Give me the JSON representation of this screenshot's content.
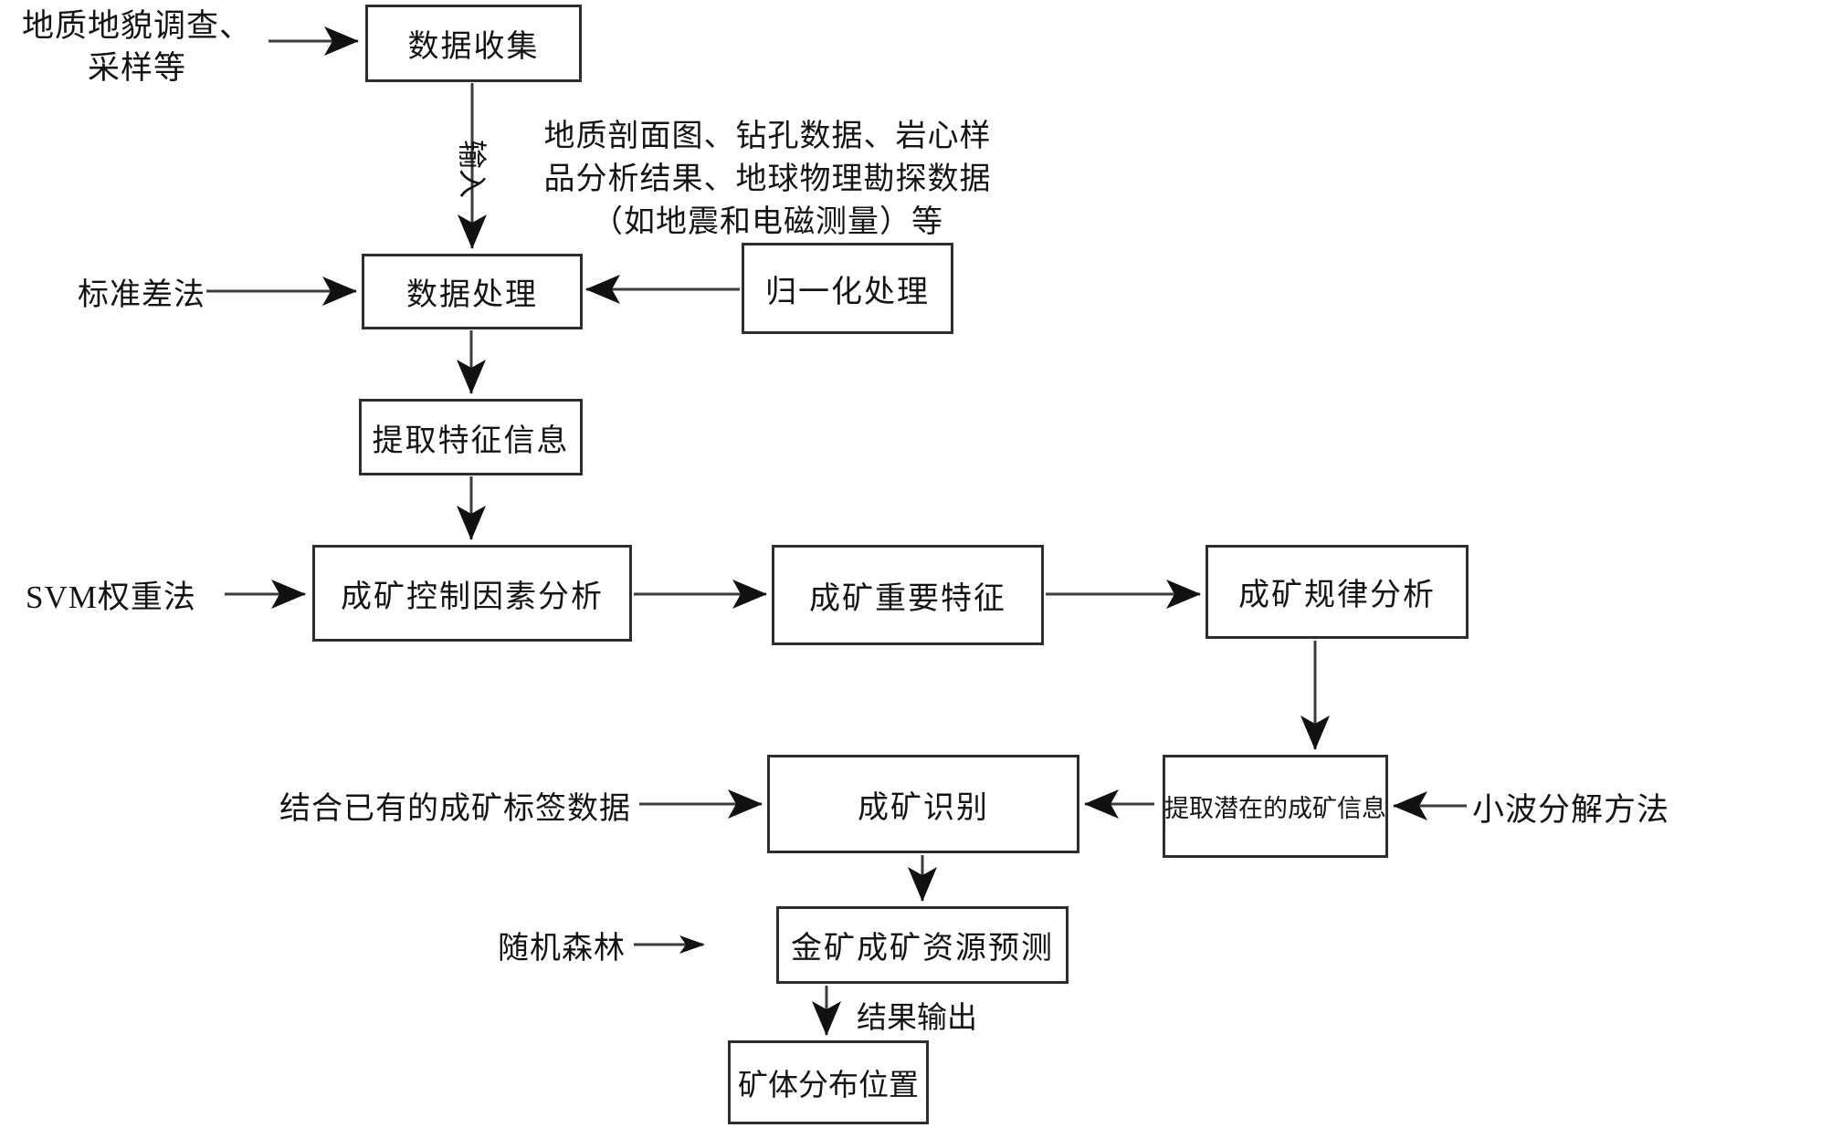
{
  "diagram": {
    "nodes": {
      "data_collection": {
        "label": "数据收集"
      },
      "data_processing": {
        "label": "数据处理"
      },
      "normalization": {
        "label": "归一化处理"
      },
      "feature_extraction": {
        "label": "提取特征信息"
      },
      "control_factor_analysis": {
        "label": "成矿控制因素分析"
      },
      "important_features": {
        "label": "成矿重要特征"
      },
      "law_analysis": {
        "label": "成矿规律分析"
      },
      "potential_info_extraction": {
        "label": "提取潜在的成矿信息"
      },
      "mineralization_identification": {
        "label": "成矿识别"
      },
      "gold_resource_prediction": {
        "label": "金矿成矿资源预测"
      },
      "orebody_distribution": {
        "label": "矿体分布位置"
      }
    },
    "annotations": {
      "survey_sampling": {
        "label": "地质地貌调查、\n采样等"
      },
      "input_data_description": {
        "label": "地质剖面图、钻孔数据、岩心样\n品分析结果、地球物理勘探数据\n（如地震和电磁测量）等"
      },
      "std_deviation_method": {
        "label": "标准差法"
      },
      "svm_weight_method": {
        "label": "SVM权重法"
      },
      "wavelet_method": {
        "label": "小波分解方法"
      },
      "existing_label_data": {
        "label": "结合已有的成矿标签数据"
      },
      "random_forest": {
        "label": "随机森林"
      }
    },
    "edge_labels": {
      "input": "输入",
      "output": "结果输出"
    },
    "colors": {
      "box_border": "#2e2e2e",
      "line": "#3c3c3c",
      "arrowhead": "#111111",
      "text": "#141414",
      "background": "#ffffff"
    }
  }
}
